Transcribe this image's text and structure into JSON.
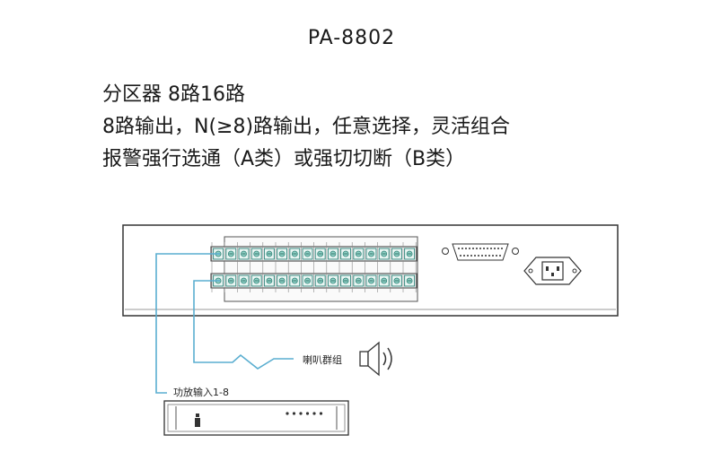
{
  "title": "PA-8802",
  "description": [
    "分区器  8路16路",
    "8路输出，N(≥8)路输出，任意选择，灵活组合",
    "报警强行选通（A类）或强切切断（B类）"
  ],
  "diagram": {
    "speaker_label": "喇叭群组",
    "amp_label": "功放输入1-8",
    "terminal_count": 16,
    "amp_led_count": 6,
    "cable_color": "#5aaed0",
    "line_color": "#333333"
  }
}
